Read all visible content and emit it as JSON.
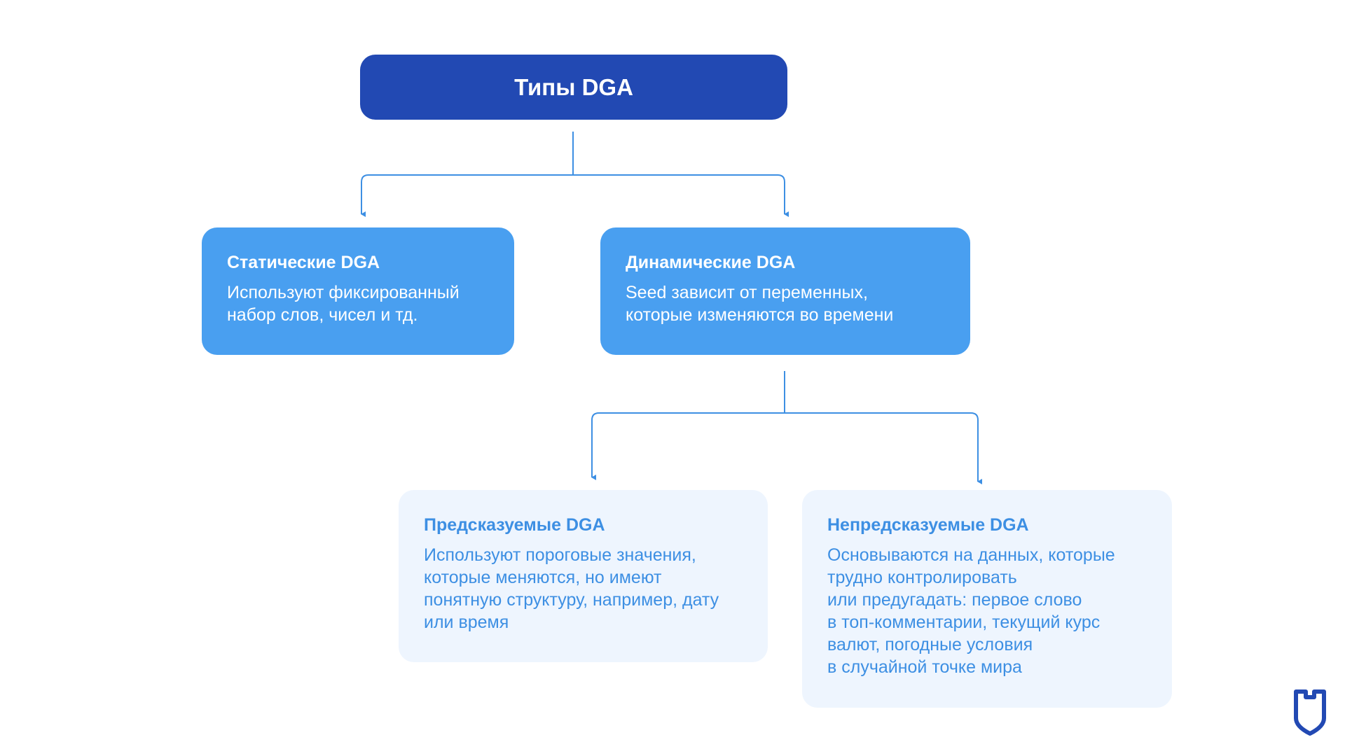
{
  "diagram": {
    "root": {
      "title": "Типы DGA"
    },
    "nodes": [
      {
        "heading": "Статические DGA",
        "text": "Используют фиксированный\nнабор слов, чисел и тд."
      },
      {
        "heading": "Динамические DGA",
        "text": "Seed зависит от переменных,\nкоторые изменяются во времени"
      },
      {
        "heading": "Предсказуемые DGA",
        "text": "Используют пороговые значения,\nкоторые меняются, но имеют\nпонятную структуру, например, дату\nили время"
      },
      {
        "heading": "Непредсказуемые DGA",
        "text": "Основываются на данных, которые\nтрудно контролировать\nили предугадать: первое слово\nв топ-комментарии, текущий курс\nвалют, погодные условия\nв случайной точке мира"
      }
    ]
  },
  "colors": {
    "root_fill": "#2249b3",
    "level1_fill": "#499ff0",
    "level2_fill": "#eef5fe",
    "level2_text": "#3d8fe3",
    "connector": "#3d8fe3",
    "logo": "#2249b3"
  },
  "logo": {
    "icon": "shield-icon"
  }
}
